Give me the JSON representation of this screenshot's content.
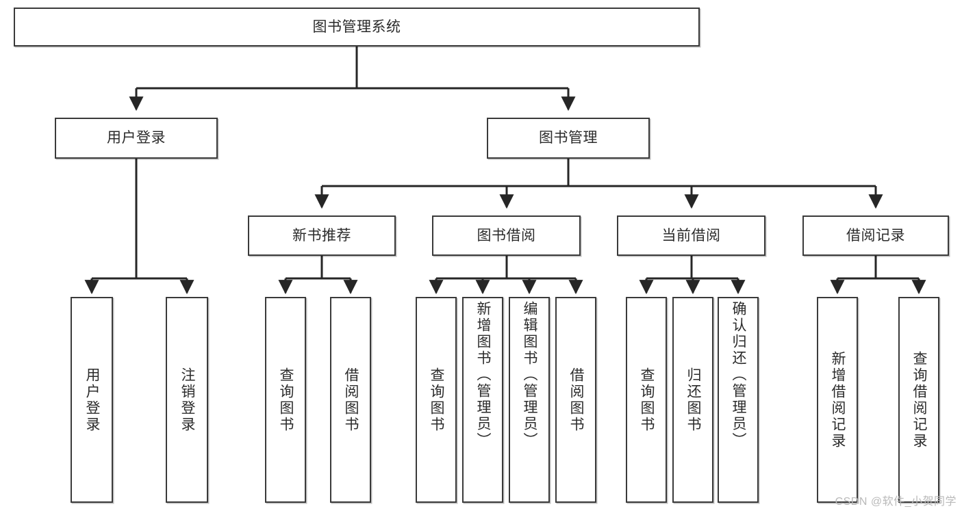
{
  "diagram": {
    "title": "图书管理系统",
    "type": "hierarchy-tree",
    "root": {
      "id": "root",
      "label": "图书管理系统"
    },
    "level2": [
      {
        "id": "user-login",
        "label": "用户登录"
      },
      {
        "id": "book-manage",
        "label": "图书管理"
      }
    ],
    "level3": [
      {
        "id": "new-book-rec",
        "label": "新书推荐",
        "parent": "book-manage"
      },
      {
        "id": "book-borrow",
        "label": "图书借阅",
        "parent": "book-manage"
      },
      {
        "id": "current-borrow",
        "label": "当前借阅",
        "parent": "book-manage"
      },
      {
        "id": "borrow-record",
        "label": "借阅记录",
        "parent": "book-manage"
      }
    ],
    "leaves": {
      "user_login": [
        {
          "id": "leaf-user-login",
          "label": "用户登录"
        },
        {
          "id": "leaf-user-logout",
          "label": "注销登录"
        }
      ],
      "new_book_rec": [
        {
          "id": "leaf-query-book-1",
          "label": "查询图书"
        },
        {
          "id": "leaf-borrow-book-1",
          "label": "借阅图书"
        }
      ],
      "book_borrow": [
        {
          "id": "leaf-query-book-2",
          "label": "查询图书"
        },
        {
          "id": "leaf-add-book",
          "label": "新增图书（管理员）"
        },
        {
          "id": "leaf-edit-book",
          "label": "编辑图书（管理员）"
        },
        {
          "id": "leaf-borrow-book-2",
          "label": "借阅图书"
        }
      ],
      "current_borrow": [
        {
          "id": "leaf-query-book-3",
          "label": "查询图书"
        },
        {
          "id": "leaf-return-book",
          "label": "归还图书"
        },
        {
          "id": "leaf-confirm-return",
          "label": "确认归还（管理员）"
        }
      ],
      "borrow_record": [
        {
          "id": "leaf-add-record",
          "label": "新增借阅记录"
        },
        {
          "id": "leaf-query-record",
          "label": "查询借阅记录"
        }
      ]
    }
  },
  "watermark": {
    "text": "CSDN @软件_小贺同学"
  },
  "colors": {
    "box_border": "#3a3a3a",
    "box_fill": "#ffffff",
    "connector": "#262626",
    "text": "#2b2b2b",
    "watermark": "#b9b9b9",
    "background": "#ffffff"
  }
}
